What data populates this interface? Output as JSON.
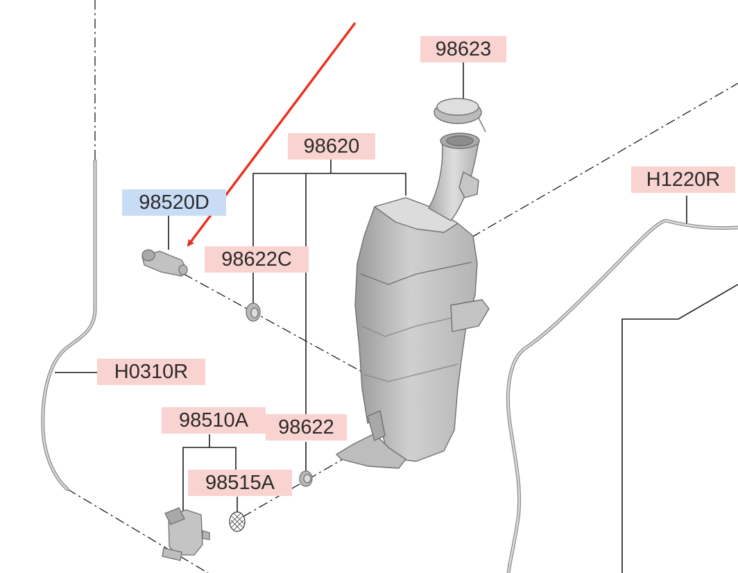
{
  "colors": {
    "callout_default": "#f9d3cf",
    "callout_selected": "#c9dcf6",
    "pointer_arrow": "#e8321e",
    "line": "#1a1a1a",
    "part_body": "#c8c8c8",
    "part_outline": "#7a7a7a"
  },
  "callouts": {
    "c98623": "98623",
    "c98620": "98620",
    "c98520D": "98520D",
    "c98622C": "98622C",
    "cH1220R": "H1220R",
    "cH0310R": "H0310R",
    "c98510A": "98510A",
    "c98622": "98622",
    "c98515A": "98515A"
  },
  "selected_callout": "98520D"
}
